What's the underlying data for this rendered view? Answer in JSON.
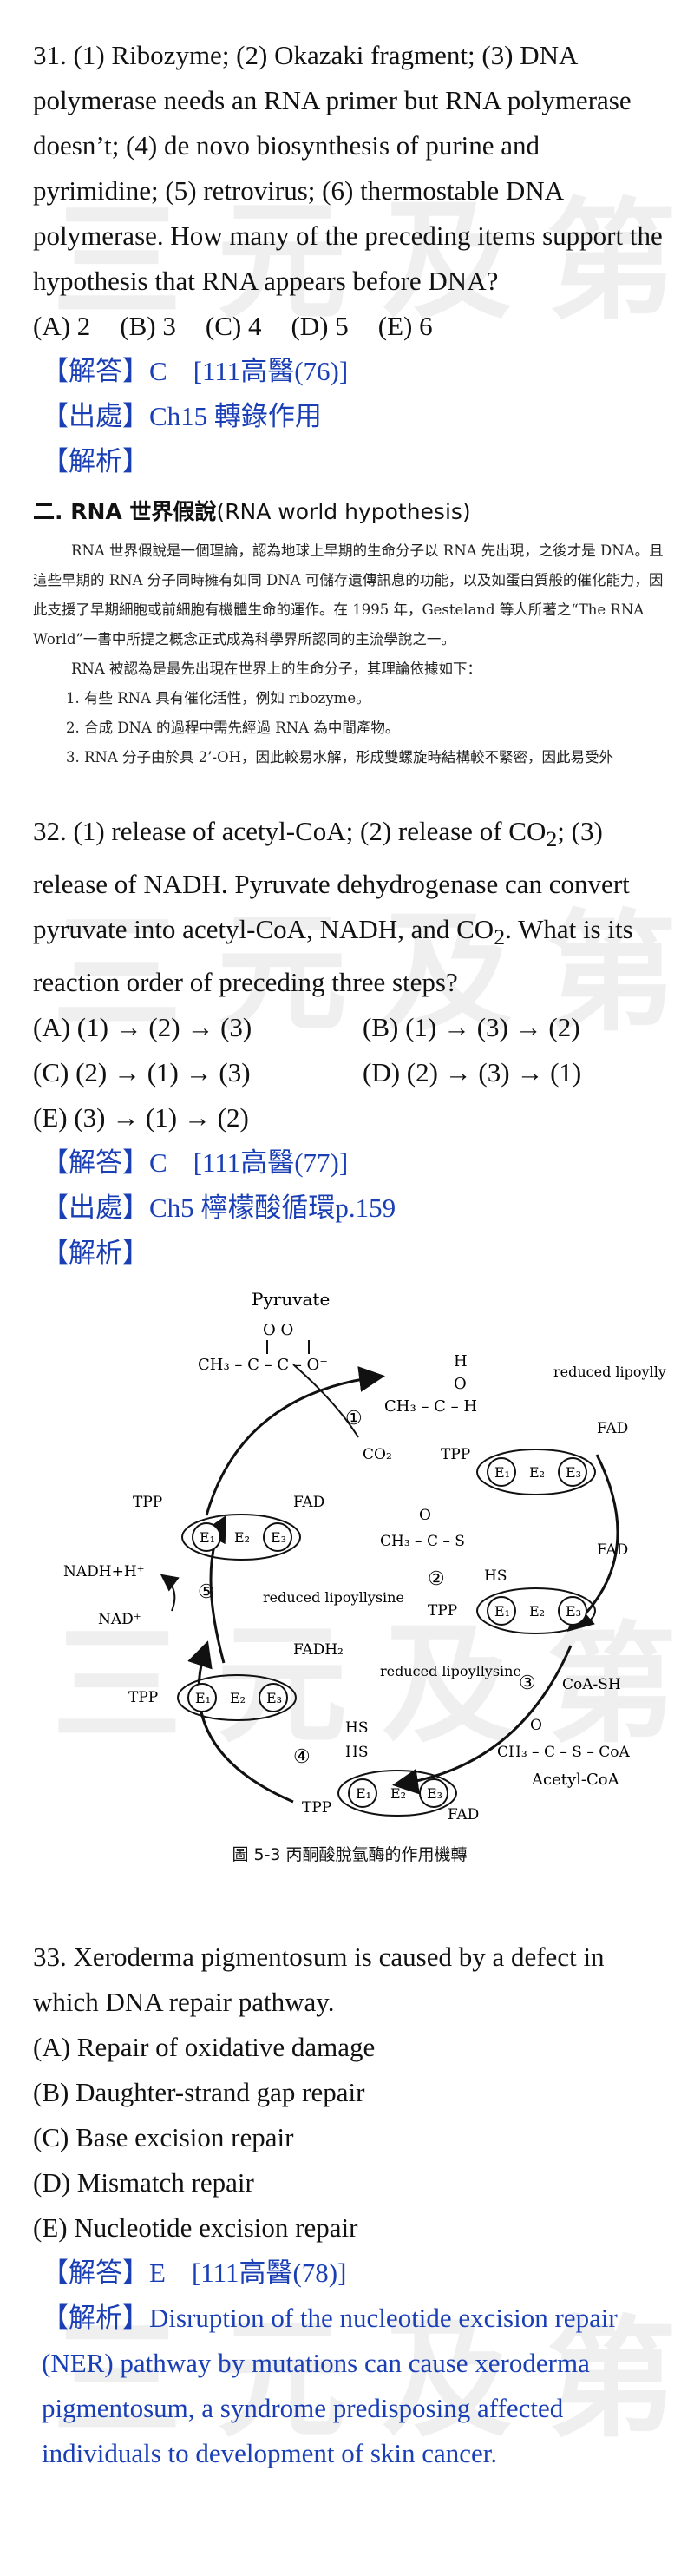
{
  "q31": {
    "stem": "31. (1) Ribozyme; (2) Okazaki fragment; (3) DNA polymerase needs an RNA primer but RNA polymerase doesn’t; (4) de novo biosynthesis of purine and pyrimidine; (5) retrovirus; (6) thermostable DNA polymerase. How many of the preceding items support the hypothesis that RNA appears before DNA?",
    "options": [
      "(A) 2",
      "(B) 3",
      "(C) 4",
      "(D) 5",
      "(E) 6"
    ],
    "answer_label": "【解答】C",
    "answer_ref": "[111高醫(76)]",
    "source": "【出處】Ch15 轉錄作用",
    "analysis_label": "【解析】",
    "box_title_prefix": "二. RNA 世界假說",
    "box_title_suffix": "(RNA world hypothesis)",
    "box_para1": "RNA 世界假說是一個理論，認為地球上早期的生命分子以 RNA 先出現，之後才是 DNA。且這些早期的 RNA 分子同時擁有如同 DNA 可儲存遺傳訊息的功能，以及如蛋白質般的催化能力，因此支援了早期細胞或前細胞有機體生命的運作。在 1995 年，Gesteland 等人所著之“The RNA World”一書中所提之概念正式成為科學界所認同的主流學說之一。",
    "box_para2": "RNA 被認為是最先出現在世界上的生命分子，其理論依據如下：",
    "box_items": [
      "1. 有些 RNA 具有催化活性，例如 ribozyme。",
      "2. 合成 DNA 的過程中需先經過 RNA 為中間產物。",
      "3. RNA 分子由於具 2’-OH，因此較易水解，形成雙螺旋時結構較不緊密，因此易受外"
    ]
  },
  "q32": {
    "stem_html_parts": {
      "a": "32. (1) release of acetyl-CoA; (2) release of CO",
      "b": "; (3) release of NADH. Pyruvate dehydrogenase can convert pyruvate into acetyl-CoA, NADH, and CO",
      "c": ". What is its reaction order of preceding three steps?",
      "sub": "2"
    },
    "options": [
      "(A) (1) → (2) → (3)",
      "(B) (1) → (3) → (2)",
      "(C) (2) → (1) → (3)",
      "(D) (2) → (3) → (1)",
      "(E) (3) → (1) → (2)"
    ],
    "answer_label": "【解答】C",
    "answer_ref": "[111高醫(77)]",
    "source": "【出處】Ch5 檸檬酸循環p.159",
    "analysis_label": "【解析】",
    "figure_caption": "圖 5-3 丙酮酸脫氫酶的作用機轉",
    "diagram": {
      "pyruvate": "Pyruvate",
      "co2": "CO₂",
      "reduced_lipoyllysine": "reduced lipoyllysine",
      "fad": "FAD",
      "fadh2": "FADH₂",
      "tpp": "TPP",
      "nadh": "NADH+H⁺",
      "nad": "NAD⁺",
      "coash": "CoA-SH",
      "acetylcoa": "Acetyl-CoA",
      "steps": [
        "①",
        "②",
        "③",
        "④",
        "⑤"
      ]
    }
  },
  "q33": {
    "stem": "33. Xeroderma pigmentosum is caused by a defect in which DNA repair pathway.",
    "options": [
      "(A) Repair of oxidative damage",
      "(B) Daughter-strand gap repair",
      "(C) Base excision repair",
      "(D) Mismatch repair",
      "(E) Nucleotide excision repair"
    ],
    "answer_label": "【解答】E",
    "answer_ref": "[111高醫(78)]",
    "analysis": "【解析】Disruption of the nucleotide excision repair (NER) pathway by mutations can cause xeroderma pigmentosum, a syndrome predisposing affected individuals to development of skin cancer."
  },
  "watermark": "三元及第"
}
